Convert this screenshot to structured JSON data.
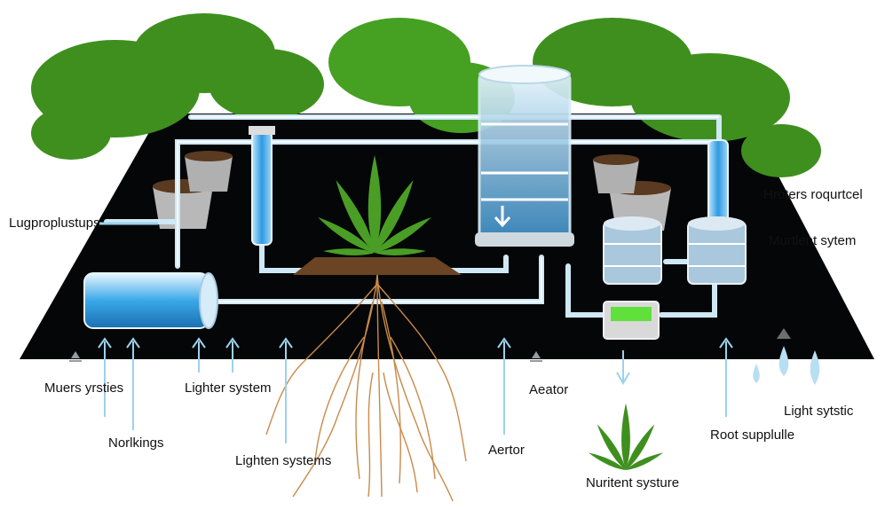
{
  "labels": {
    "left_top": "Lugproplustups",
    "right_top": "Hroters roqurtcel",
    "right_mid": "Murtlent sytem",
    "bottom_1": "Muers yrsties",
    "bottom_2": "Norlkings",
    "bottom_3": "Lighter system",
    "bottom_4": "Lighten systems",
    "bottom_5": "Aeator",
    "bottom_6": "Aertor",
    "bottom_7": "Nuritent systure",
    "bottom_8": "Root supplulle",
    "bottom_9": "Light sytstic"
  },
  "colors": {
    "platform": "#050608",
    "pipe": "#cfe8f5",
    "water": "#3aa8e8",
    "leaf": "#3f8f1f",
    "root": "#c98a4a",
    "indicator": "#5fe03a"
  }
}
